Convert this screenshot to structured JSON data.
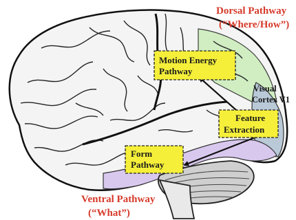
{
  "dorsal": {
    "line1": "Dorsal Pathway",
    "line2": "(“Where/How”)"
  },
  "ventral": {
    "line1": "Ventral Pathway",
    "line2": "(“What”)"
  },
  "boxes": {
    "motion": {
      "line1": "Motion Energy",
      "line2": "Pathway"
    },
    "feature": {
      "line1": "Feature",
      "line2": "Extraction"
    },
    "form": {
      "line1": "Form",
      "line2": "Pathway"
    }
  },
  "v1": {
    "line1": "Visual",
    "line2": "Cortex V1"
  },
  "colors": {
    "dorsal_region": "#cfeec0",
    "ventral_region": "#d9c8ee",
    "v1_region": "#b9c9d8",
    "box_fill": "#f5ef3a",
    "label_red": "#d63a2a"
  }
}
